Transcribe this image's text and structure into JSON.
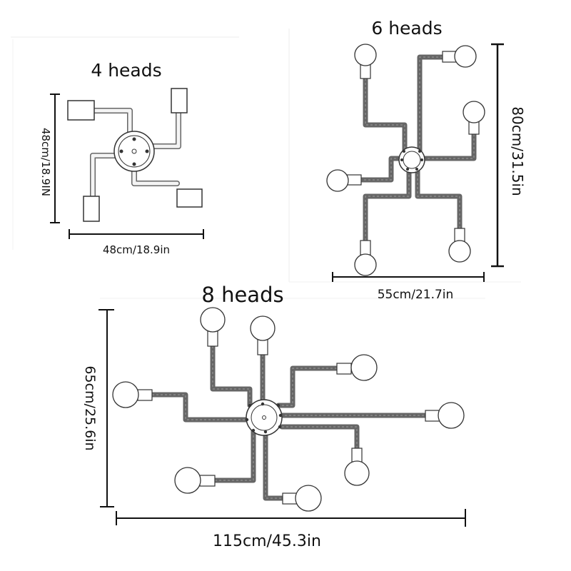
{
  "diagrams": [
    {
      "title": "4 heads",
      "width_label": "48cm/18.9in",
      "height_label": "48cm/18.9IN"
    },
    {
      "title": "6 heads",
      "width_label": "55cm/21.7in",
      "height_label": "80cm/31.5in"
    },
    {
      "title": "8 heads",
      "width_label": "115cm/45.3in",
      "height_label": "65cm/25.6in"
    }
  ]
}
